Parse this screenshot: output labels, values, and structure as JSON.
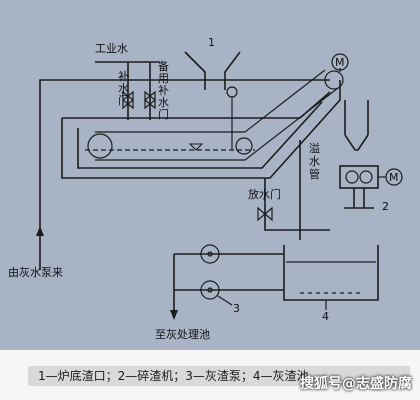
{
  "diagram": {
    "labels": {
      "industrial_water": "工业水",
      "makeup_valve": "补\n水\n门",
      "spare_makeup_valve": "备\n用\n补\n水\n门",
      "drain_valve": "放水门",
      "overflow_pipe": "溢\n水\n管",
      "from_ash_pump": "由灰水泵来",
      "to_ash_treatment": "至灰处理池",
      "motor": "M",
      "num_1": "1",
      "num_2": "2",
      "num_3": "3",
      "num_4": "4"
    }
  },
  "caption": "1—炉底渣口；2—碎渣机；3—灰渣泵；4—灰渣池",
  "watermark": "搜狐号@志盛防腐",
  "colors": {
    "background": "#a8b4c6",
    "line": "#1c1c1c",
    "caption_bg": "#d9d9d9"
  }
}
